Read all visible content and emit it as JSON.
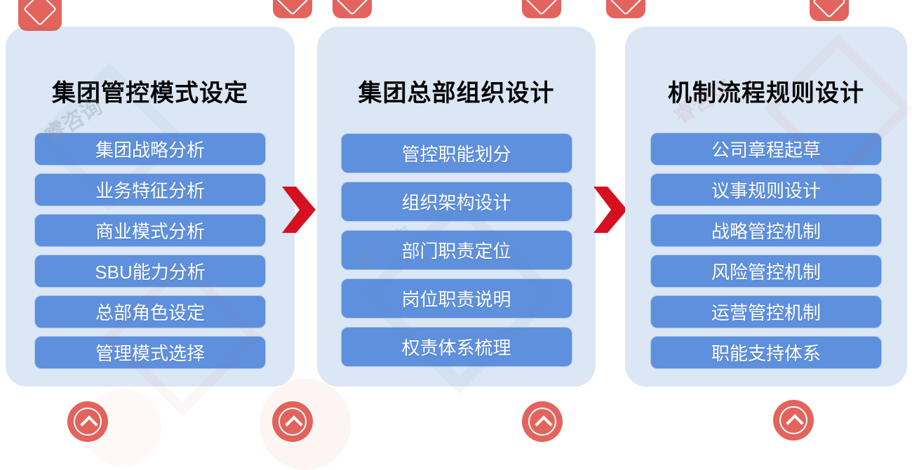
{
  "diagram": {
    "columns": [
      {
        "title": "集团管控模式设定",
        "items": [
          "集团战略分析",
          "业务特征分析",
          "商业模式分析",
          "SBU能力分析",
          "总部角色设定",
          "管理模式选择"
        ]
      },
      {
        "title": "集团总部组织设计",
        "items": [
          "管控职能划分",
          "组织架构设计",
          "部门职责定位",
          "岗位职责说明",
          "权责体系梳理"
        ]
      },
      {
        "title": "机制流程规则设计",
        "items": [
          "公司章程起草",
          "议事规则设计",
          "战略管控机制",
          "风险管控机制",
          "运营管控机制",
          "职能支持体系"
        ]
      }
    ],
    "colors": {
      "panel_bg": "#dbe7f4",
      "item_bg": "#5e90dd",
      "item_border": "#a9c5ee",
      "title_color": "#050505",
      "arrow_red": "#d6101f",
      "stamp_red": "#dd4a41"
    },
    "watermark_text": "睿咨询"
  }
}
